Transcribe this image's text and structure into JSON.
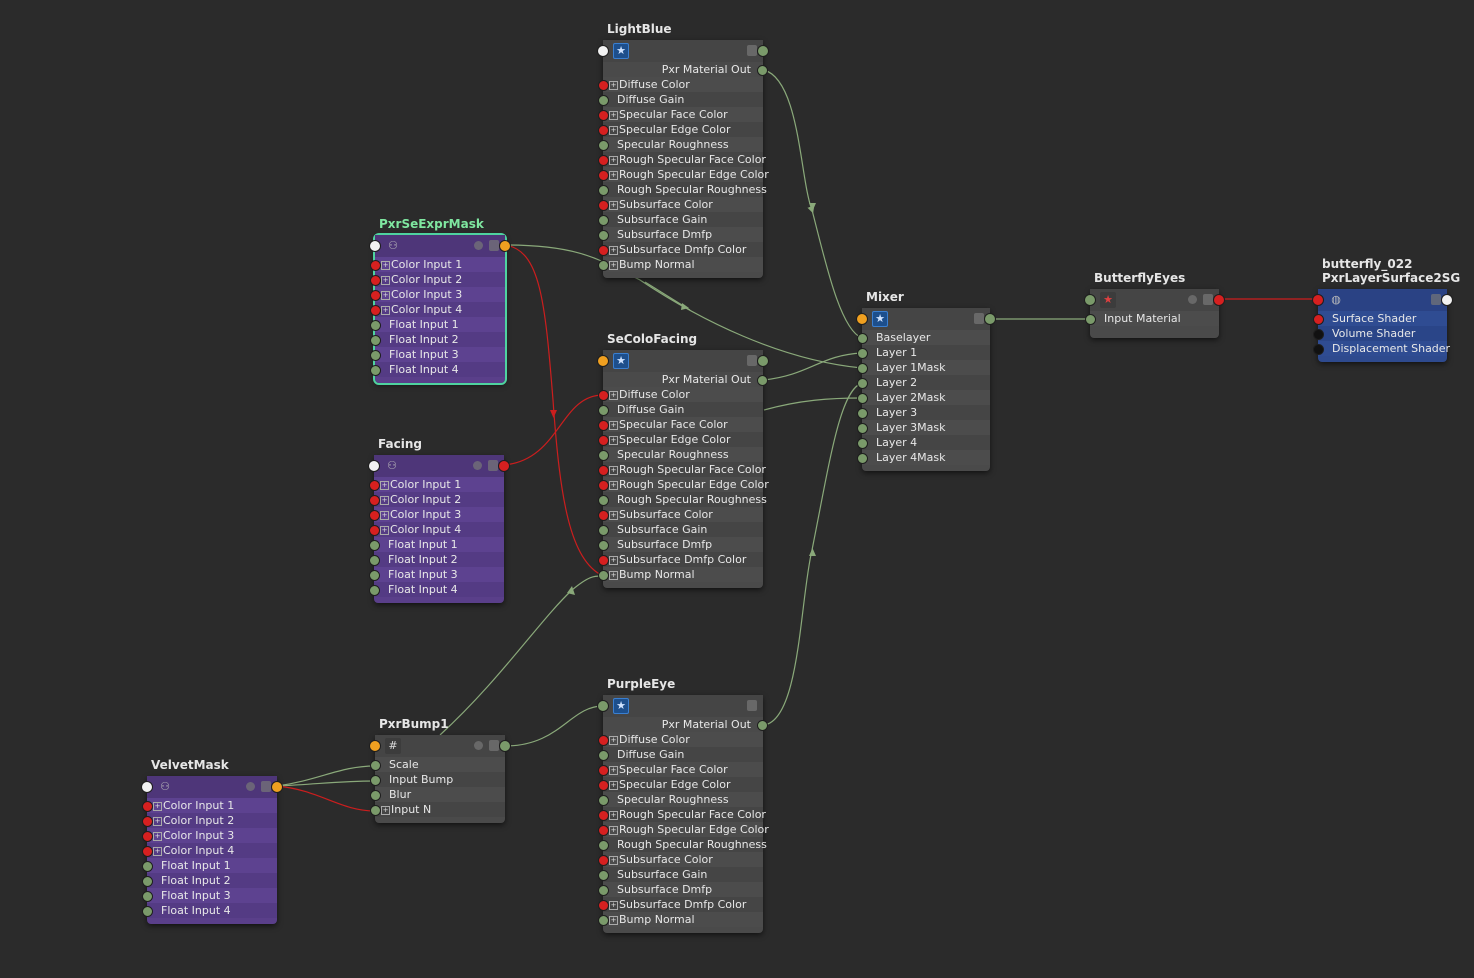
{
  "colors": {
    "background": "#2b2b2b",
    "wire_green": "#8aa97a",
    "wire_red": "#cc1e1e",
    "port_red": "#d62020",
    "port_green": "#7a9a6a",
    "port_orange": "#f0a020",
    "selection": "#4fd3a0"
  },
  "nodes": {
    "lightblue": {
      "title": "LightBlue",
      "output": "Pxr Material Out",
      "inputs": [
        "Diffuse Color",
        "Diffuse Gain",
        "Specular Face Color",
        "Specular Edge Color",
        "Specular Roughness",
        "Rough Specular Face Color",
        "Rough Specular Edge Color",
        "Rough Specular Roughness",
        "Subsurface Color",
        "Subsurface Gain",
        "Subsurface Dmfp",
        "Subsurface Dmfp Color",
        "Bump Normal"
      ]
    },
    "secolofacing": {
      "title": "SeColoFacing",
      "output": "Pxr Material Out",
      "inputs": [
        "Diffuse Color",
        "Diffuse Gain",
        "Specular Face Color",
        "Specular Edge Color",
        "Specular Roughness",
        "Rough Specular Face Color",
        "Rough Specular Edge Color",
        "Rough Specular Roughness",
        "Subsurface Color",
        "Subsurface Gain",
        "Subsurface Dmfp",
        "Subsurface Dmfp Color",
        "Bump Normal"
      ]
    },
    "purpleeye": {
      "title": "PurpleEye",
      "output": "Pxr Material Out",
      "inputs": [
        "Diffuse Color",
        "Diffuse Gain",
        "Specular Face Color",
        "Specular Edge Color",
        "Specular Roughness",
        "Rough Specular Face Color",
        "Rough Specular Edge Color",
        "Rough Specular Roughness",
        "Subsurface Color",
        "Subsurface Gain",
        "Subsurface Dmfp",
        "Subsurface Dmfp Color",
        "Bump Normal"
      ]
    },
    "exprmask": {
      "title": "PxrSeExprMask",
      "inputs": [
        "Color Input 1",
        "Color Input 2",
        "Color Input 3",
        "Color Input 4",
        "Float Input 1",
        "Float Input 2",
        "Float Input 3",
        "Float Input 4"
      ]
    },
    "facing": {
      "title": "Facing",
      "inputs": [
        "Color Input 1",
        "Color Input 2",
        "Color Input 3",
        "Color Input 4",
        "Float Input 1",
        "Float Input 2",
        "Float Input 3",
        "Float Input 4"
      ]
    },
    "velvetmask": {
      "title": "VelvetMask",
      "inputs": [
        "Color Input 1",
        "Color Input 2",
        "Color Input 3",
        "Color Input 4",
        "Float Input 1",
        "Float Input 2",
        "Float Input 3",
        "Float Input 4"
      ]
    },
    "bump": {
      "title": "PxrBump1",
      "inputs": [
        "Scale",
        "Input Bump",
        "Blur",
        "Input N"
      ]
    },
    "mixer": {
      "title": "Mixer",
      "inputs": [
        "Baselayer",
        "Layer 1",
        "Layer 1Mask",
        "Layer 2",
        "Layer 2Mask",
        "Layer 3",
        "Layer 3Mask",
        "Layer 4",
        "Layer 4Mask"
      ]
    },
    "butterflyeyes": {
      "title": "ButterflyEyes",
      "inputs": [
        "Input Material"
      ]
    },
    "sg": {
      "title_line1": "butterfly_022",
      "title_line2": "PxrLayerSurface2SG",
      "inputs": [
        "Surface Shader",
        "Volume Shader",
        "Displacement Shader"
      ]
    }
  },
  "icons": {
    "material": "star-icon",
    "pattern": "gamepad-icon",
    "bump": "grid-icon",
    "sg": "sphere-icon"
  }
}
